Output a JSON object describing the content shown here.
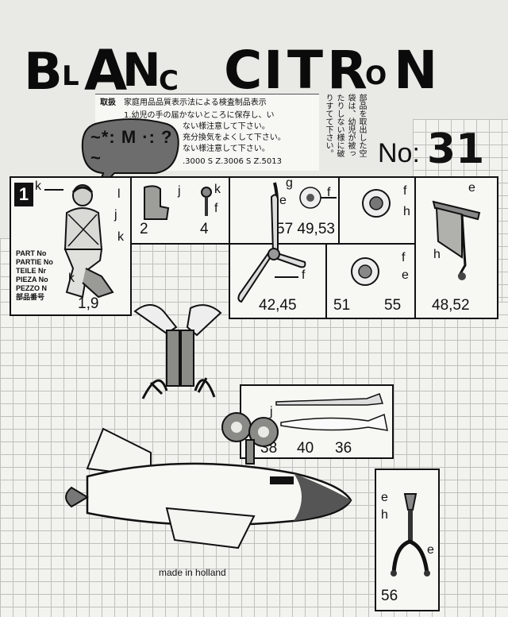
{
  "title": {
    "words": [
      {
        "letters": [
          "B",
          "L",
          "A",
          "N",
          "C"
        ]
      },
      {
        "letters": [
          "C",
          "I",
          "T",
          "R",
          "O",
          "N"
        ]
      }
    ]
  },
  "issue": {
    "prefix": "No:",
    "number": "31"
  },
  "warning_box": {
    "header": "取扱",
    "lines": [
      "家庭用品品質表示法による検査制品表示",
      "1.幼児の手の届かないところに保存し、い",
      "ない様注意して下さい。",
      "充分換気をよくして下さい。",
      "ない様注意して下さい。",
      ".3000    S Z.3006    S Z.5013"
    ]
  },
  "vertical_note": {
    "columns": [
      "部品を取出した空",
      "袋は、幼児が被っ",
      "たりしない様に破",
      "りすてて下さい。"
    ]
  },
  "speech_bubble": {
    "glyphs": "~*: M ·:  ?  ~"
  },
  "step_badge": "1",
  "part_numbers_caption": [
    "PART No",
    "PARTIE No",
    "TEILE Nr",
    "PIEZA No",
    "PEZZO N",
    "部品番号"
  ],
  "parts": {
    "pilot": {
      "numbers": "1,9",
      "labels": [
        "k",
        "l",
        "j",
        "k",
        "k"
      ]
    },
    "seat": {
      "number": "2",
      "label": "j"
    },
    "stick": {
      "number": "4",
      "labels": [
        "k",
        "f"
      ]
    },
    "wheel_a": {
      "numbers": "57  49,53",
      "labels": [
        "g",
        "e",
        "f"
      ]
    },
    "wheel_b": {
      "labels": [
        "f",
        "h"
      ]
    },
    "flag": {
      "numbers": "48,52",
      "labels": [
        "e",
        "h"
      ]
    },
    "propeller": {
      "numbers": "42,45",
      "label": "f"
    },
    "wheel_c": {
      "number_left": "51",
      "number_right": "55",
      "labels": [
        "f",
        "e"
      ]
    },
    "missiles": {
      "numbers": [
        "38",
        "40",
        "36"
      ],
      "label": "j"
    },
    "landing_gear": {
      "number": "56",
      "labels": [
        "e",
        "h",
        "e"
      ]
    }
  },
  "footer": {
    "made_in": "made in holland"
  }
}
